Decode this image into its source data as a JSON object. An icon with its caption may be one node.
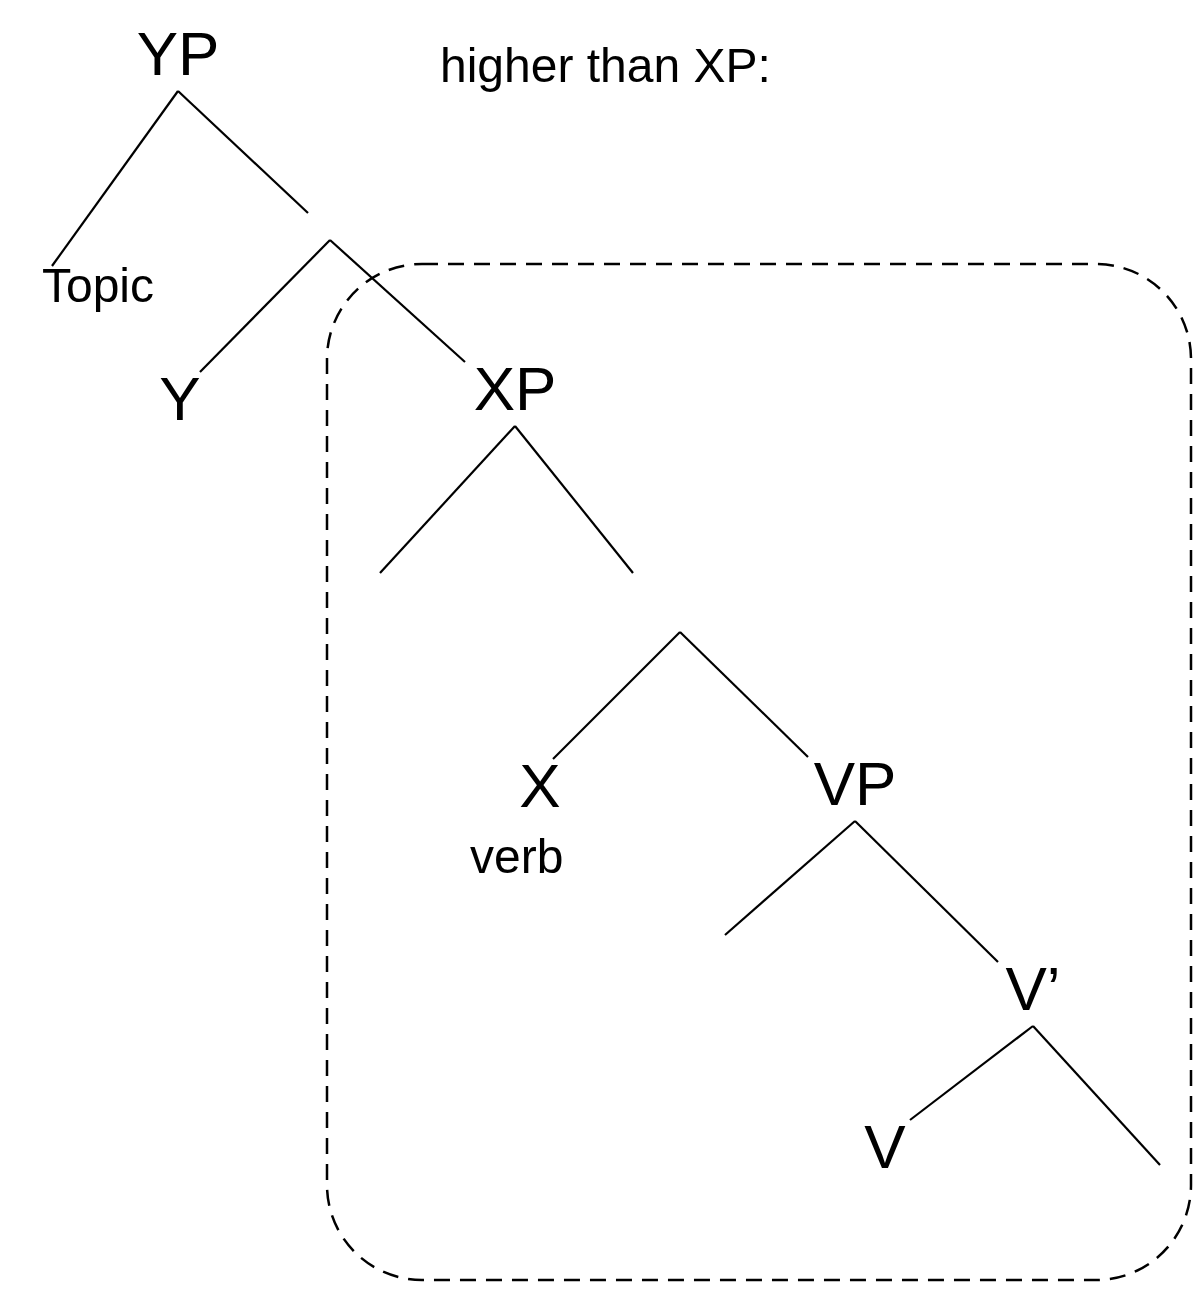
{
  "diagram": {
    "nodes": [
      {
        "text": [
          "YP"
        ]
      },
      {
        "text": [
          "Topic"
        ]
      },
      {
        "text": [
          "Y"
        ]
      },
      {
        "text": [],
        "shape": "box"
      },
      {
        "text": [
          "XP"
        ],
        "in": 3
      },
      {
        "text": [
          "X"
        ],
        "beside": [
          "verb"
        ],
        "in": 3
      },
      {
        "text": [
          "VP"
        ],
        "in": 3
      },
      {
        "text": [
          "V’"
        ],
        "in": 3
      },
      {
        "text": [
          "V"
        ],
        "in": 3
      }
    ],
    "edges": [
      {
        "from": 0,
        "to": 1,
        "arrow": "none"
      },
      {
        "from": 0,
        "to": null,
        "arrow": "none"
      },
      {
        "from": null,
        "to": 2,
        "arrow": "none"
      },
      {
        "from": null,
        "to": 4,
        "arrow": "none"
      },
      {
        "from": 4,
        "to": null,
        "arrow": "none"
      },
      {
        "from": 4,
        "to": null,
        "arrow": "none"
      },
      {
        "from": null,
        "to": 5,
        "arrow": "none"
      },
      {
        "from": null,
        "to": 6,
        "arrow": "none"
      },
      {
        "from": 6,
        "to": null,
        "arrow": "none"
      },
      {
        "from": 6,
        "to": 7,
        "arrow": "none"
      },
      {
        "from": 7,
        "to": 8,
        "arrow": "none"
      },
      {
        "from": 7,
        "to": null,
        "arrow": "none"
      }
    ],
    "labels": [
      "higher than XP:"
    ]
  }
}
